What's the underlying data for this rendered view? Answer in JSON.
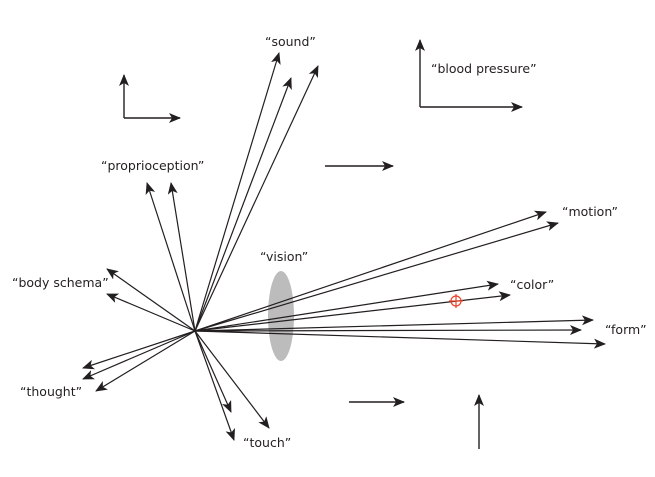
{
  "diagram": {
    "colors": {
      "line": "#231f20",
      "ellipse": "#bcbcbc",
      "crosshair": "#e8452c"
    },
    "labels": {
      "sound": "“sound”",
      "blood_pressure": "“blood pressure”",
      "proprioception": "“proprioception”",
      "motion": "“motion”",
      "vision": "“vision”",
      "body_schema": "“body schema”",
      "color": "“color”",
      "form": "“form”",
      "thought": "“thought”",
      "touch": "“touch”"
    },
    "ray_groups": [
      {
        "name": "sound",
        "count": 3
      },
      {
        "name": "proprioception",
        "count": 2
      },
      {
        "name": "body-schema",
        "count": 2
      },
      {
        "name": "thought",
        "count": 3
      },
      {
        "name": "touch",
        "count": 3
      },
      {
        "name": "motion",
        "count": 2
      },
      {
        "name": "color",
        "count": 2
      },
      {
        "name": "form",
        "count": 3
      }
    ],
    "axes": [
      {
        "name": "left-axes",
        "arrows": [
          "up",
          "right"
        ]
      },
      {
        "name": "blood-pressure-axes",
        "arrows": [
          "up",
          "right"
        ]
      }
    ],
    "loose_arrows": [
      {
        "name": "middle-right-arrow",
        "direction": "right"
      },
      {
        "name": "bottom-right-arrow",
        "direction": "right"
      },
      {
        "name": "bottom-up-arrow",
        "direction": "up"
      }
    ]
  }
}
